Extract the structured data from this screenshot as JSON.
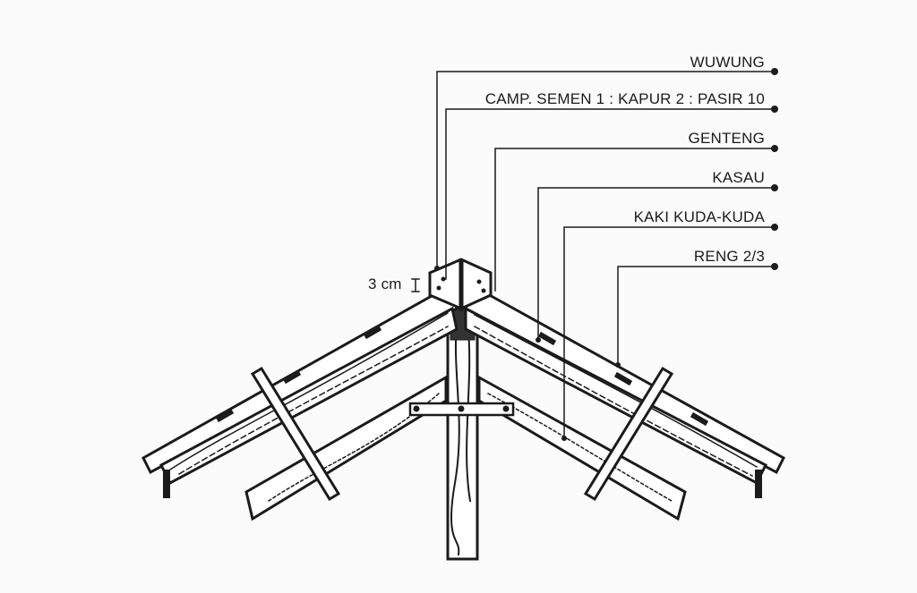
{
  "labels": [
    {
      "text": "WUWUNG"
    },
    {
      "text": "CAMP. SEMEN 1 : KAPUR 2 : PASIR 10"
    },
    {
      "text": "GENTENG"
    },
    {
      "text": "KASAU"
    },
    {
      "text": "KAKI KUDA-KUDA"
    },
    {
      "text": "RENG 2/3"
    }
  ],
  "dimension": {
    "text": "3 cm"
  },
  "colors": {
    "ink": "#1b1b1b",
    "paper": "#fbfbfb"
  }
}
